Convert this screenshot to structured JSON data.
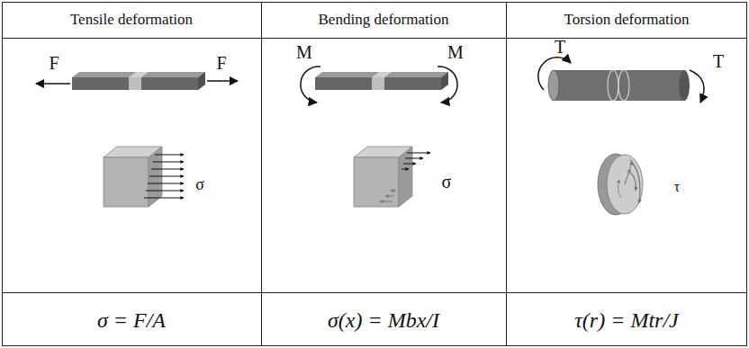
{
  "diagram": {
    "labels": [
      "Tensile deformation",
      "Bending deformation",
      "Torsion deformation",
      "F",
      "F",
      "M",
      "M",
      "T",
      "T",
      "σ",
      "σ",
      "τ",
      "σ = F/A",
      "σ(x) = Mbx/I",
      "τ(r) = Mtr/J"
    ]
  }
}
